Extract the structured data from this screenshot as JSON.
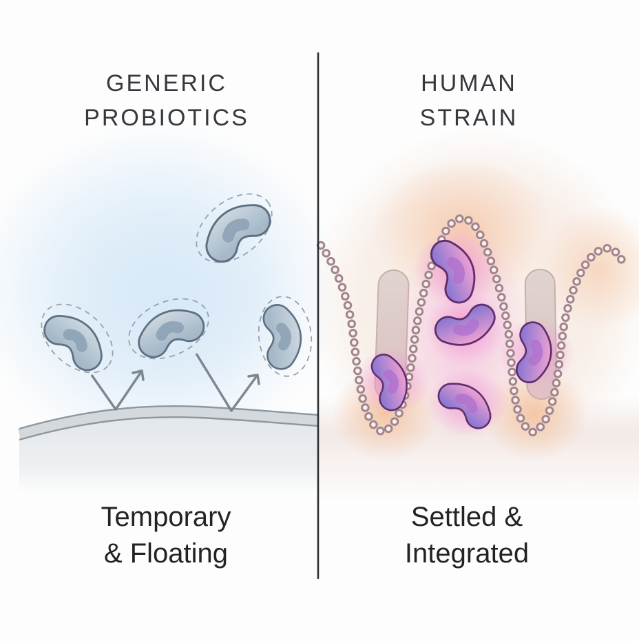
{
  "left_panel": {
    "title_line1": "GENERIC",
    "title_line2": "PROBIOTICS",
    "caption_line1": "Temporary",
    "caption_line2": "& Floating",
    "bacteria_count": 4,
    "bacteria_color": "#aebfcd",
    "bacteria_outline": "#5d6f81",
    "glow_color": "#ddecf8",
    "surface_color": "#d4d9dd"
  },
  "right_panel": {
    "title_line1": "HUMAN",
    "title_line2": "STRAIN",
    "caption_line1": "Settled &",
    "caption_line2": "Integrated",
    "bacteria_count": 5,
    "bacteria_fill_top": "#ec9fd2",
    "bacteria_fill_bottom": "#8f79d2",
    "bacteria_outline": "#5e2f6b",
    "villi_color": "#a2848c",
    "glow_warm": "#f6cdb0",
    "glow_pink": "#ee5fc4"
  },
  "divider_color": "#2c2f33",
  "text_color": "#35383d"
}
